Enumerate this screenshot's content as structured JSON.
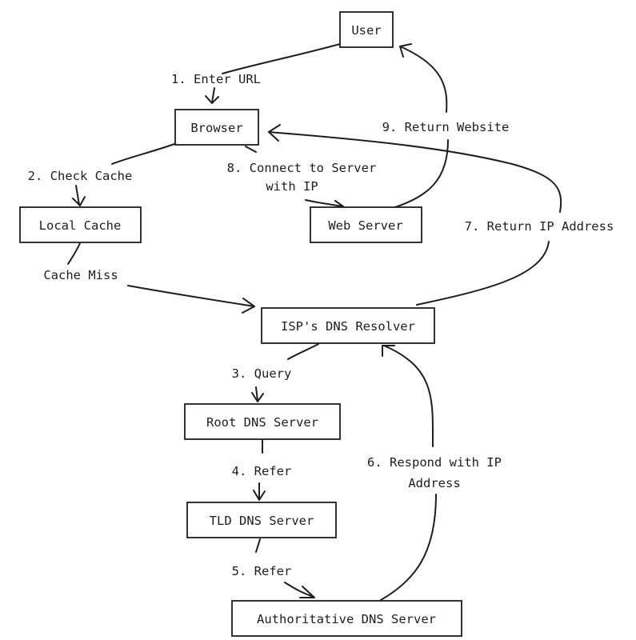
{
  "nodes": {
    "user": "User",
    "browser": "Browser",
    "local_cache": "Local Cache",
    "web_server": "Web Server",
    "isp_resolver": "ISP's DNS Resolver",
    "root_dns": "Root DNS Server",
    "tld_dns": "TLD DNS Server",
    "authoritative_dns": "Authoritative DNS Server"
  },
  "edges": {
    "enter_url": "1. Enter URL",
    "check_cache": "2. Check Cache",
    "cache_miss": "Cache Miss",
    "query": "3. Query",
    "refer_tld": "4. Refer",
    "refer_auth": "5. Refer",
    "respond_ip": [
      "6. Respond with IP",
      "Address"
    ],
    "return_ip": "7. Return IP Address",
    "connect_server": [
      "8. Connect to Server",
      "with IP"
    ],
    "return_website": "9. Return Website"
  },
  "colors": {
    "stroke": "#1e1e1e",
    "background": "#ffffff"
  }
}
